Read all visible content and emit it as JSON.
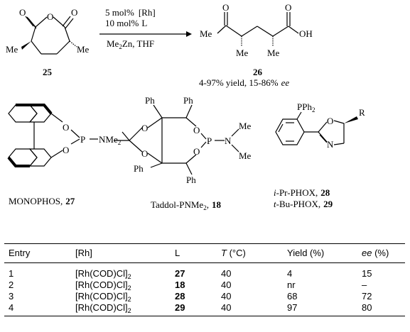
{
  "scheme": {
    "conditions": {
      "line1_amount": "5 mol%",
      "line1_reagent": "[Rh]",
      "line2_amount": "10 mol%",
      "line2_reagent": "L",
      "below_a": "Me",
      "below_sub": "2",
      "below_b": "Zn, THF"
    },
    "reactant": {
      "number": "25",
      "O": "O",
      "Me_left": "Me",
      "Me_right": "Me"
    },
    "product": {
      "number": "26",
      "yield_text": "4-97% yield, 15-86%",
      "ee_text": "ee",
      "Me_ketone": "Me",
      "Me_a": "Me",
      "Me_b": "Me",
      "OH": "OH",
      "O": "O"
    }
  },
  "ligands": {
    "monophos": {
      "name": "MONOPHOS,",
      "number": "27",
      "O": "O",
      "P": "P",
      "N": "NMe",
      "N_sub": "2"
    },
    "taddol": {
      "name_a": "Taddol-PNMe",
      "name_sub": "2",
      "name_comma": ",",
      "number": "18",
      "Ph": "Ph",
      "O": "O",
      "P": "P",
      "N": "N",
      "Me": "Me"
    },
    "phox": {
      "pph": "PPh",
      "pph_sub": "2",
      "O": "O",
      "N": "N",
      "R": "R",
      "ipr_prefix": "i",
      "ipr_rest": "-Pr-PHOX,",
      "ipr_number": "28",
      "tbu_prefix": "t",
      "tbu_rest": "-Bu-PHOX,",
      "tbu_number": "29"
    }
  },
  "table": {
    "headers": {
      "entry": "Entry",
      "rh": "[Rh]",
      "l": "L",
      "t_italic": "T",
      "t_unit": " (°C)",
      "yield": "Yield (%)",
      "ee_italic": "ee",
      "ee_unit": " (%)"
    },
    "rows": [
      {
        "entry": "1",
        "rh_a": "[Rh(COD)Cl]",
        "rh_sub": "2",
        "l": "27",
        "t": "40",
        "yield": "4",
        "ee": "15"
      },
      {
        "entry": "2",
        "rh_a": "[Rh(COD)Cl]",
        "rh_sub": "2",
        "l": "18",
        "t": "40",
        "yield": "nr",
        "ee": "–"
      },
      {
        "entry": "3",
        "rh_a": "[Rh(COD)Cl]",
        "rh_sub": "2",
        "l": "28",
        "t": "40",
        "yield": "68",
        "ee": "72"
      },
      {
        "entry": "4",
        "rh_a": "[Rh(COD)Cl]",
        "rh_sub": "2",
        "l": "29",
        "t": "40",
        "yield": "97",
        "ee": "80"
      }
    ]
  }
}
